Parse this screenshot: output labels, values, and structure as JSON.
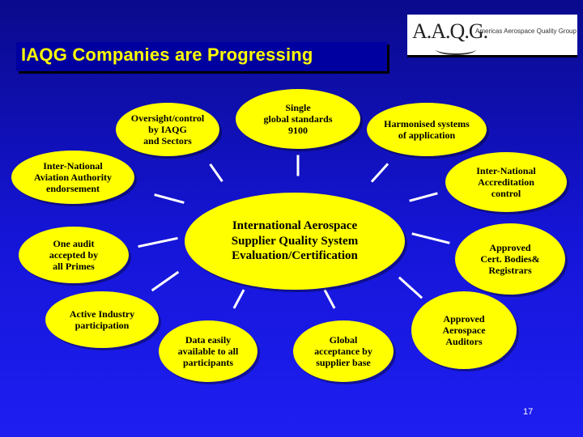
{
  "header": {
    "title": "IAQG Companies are Progressing",
    "logo_mark": "A.A.Q.G.",
    "logo_text": "Americas Aerospace Quality Group"
  },
  "center": {
    "label": "International Aerospace\nSupplier Quality System\nEvaluation/Certification"
  },
  "items": {
    "oversight": "Oversight/control\nby IAQG\nand Sectors",
    "single_standards": "Single\nglobal standards\n9100",
    "harmonised": "Harmonised systems\nof application",
    "inter_national_aviation": "Inter-National\nAviation Authority\nendorsement",
    "inter_national_accreditation": "Inter-National\nAccreditation\ncontrol",
    "one_audit": "One audit\naccepted by\nall Primes",
    "approved_cert": "Approved\nCert. Bodies&\nRegistrars",
    "active_industry": "Active Industry\nparticipation",
    "data_easily": "Data easily\navailable to all\nparticipants",
    "global_acceptance": "Global\nacceptance by\nsupplier base",
    "approved_auditors": "Approved\nAerospace\nAuditors"
  },
  "footer": {
    "page_number": "17"
  },
  "colors": {
    "background": "#1515d8",
    "ellipse": "#ffff00",
    "title": "#ffff00",
    "connector": "#ffffff"
  }
}
